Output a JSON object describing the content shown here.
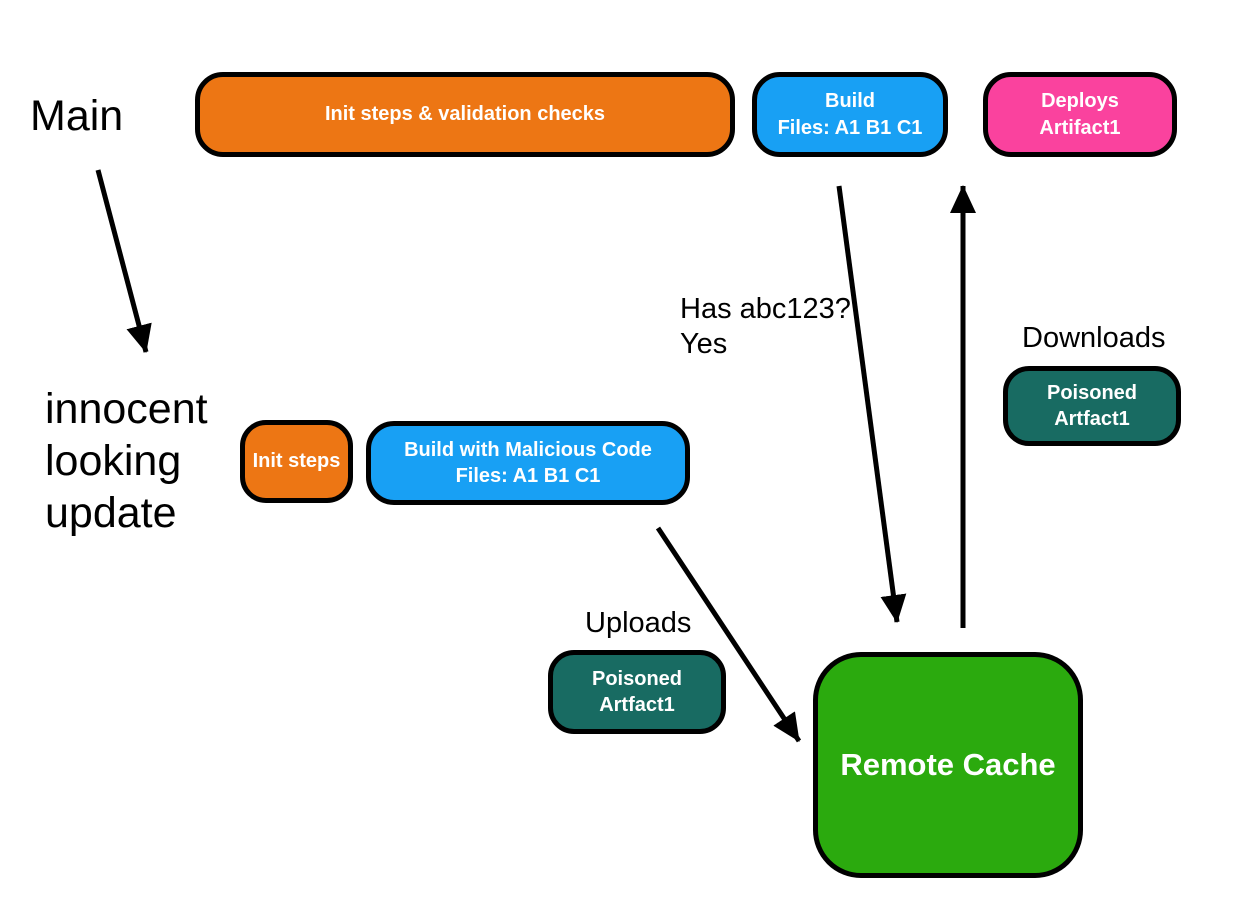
{
  "colors": {
    "orange": "#ED7614",
    "blue": "#18A0F4",
    "pink": "#FA429E",
    "teal": "#186B62",
    "green": "#2BAA0E",
    "outline": "#000000",
    "box-text": "#FFFFFF",
    "label-text": "#000000"
  },
  "labels": {
    "main_branch": "Main",
    "update_branch": {
      "line1": "innocent",
      "line2": "looking",
      "line3": "update"
    },
    "cache_query": {
      "line1": "Has abc123?",
      "line2": "Yes"
    },
    "uploads": "Uploads",
    "downloads": "Downloads"
  },
  "main_pipeline": {
    "init_box": "Init steps & validation checks",
    "build_box": {
      "line1": "Build",
      "line2": "Files: A1 B1 C1"
    },
    "deploy_box": {
      "line1": "Deploys",
      "line2": "Artifact1"
    }
  },
  "update_pipeline": {
    "init_box": "Init steps",
    "build_box": {
      "line1": "Build with Malicious Code",
      "line2": "Files: A1 B1 C1"
    }
  },
  "artifacts": {
    "uploaded": {
      "line1": "Poisoned",
      "line2": "Artfact1"
    },
    "downloaded": {
      "line1": "Poisoned",
      "line2": "Artfact1"
    }
  },
  "cache": {
    "label": "Remote Cache"
  }
}
